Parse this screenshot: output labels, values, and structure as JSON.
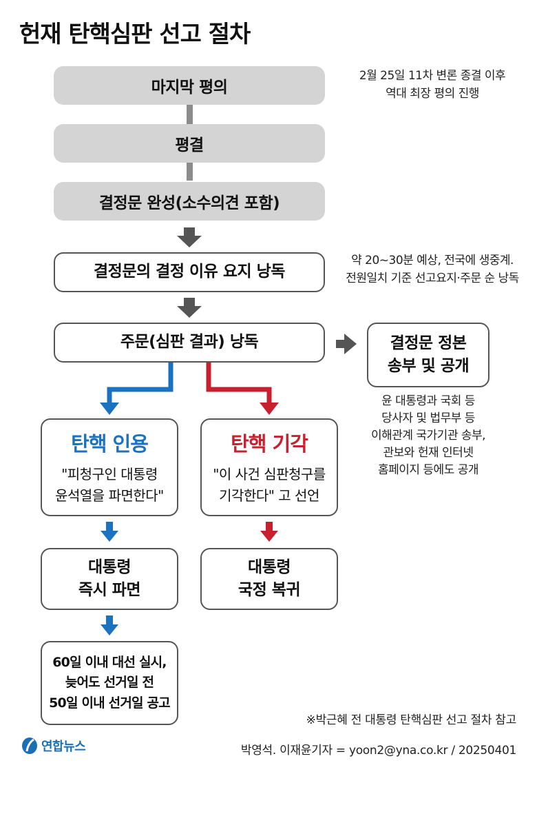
{
  "title": "헌재 탄핵심판 선고 절차",
  "steps": {
    "final_deliberation": "마지막 평의",
    "vote": "평결",
    "decision_complete": "결정문 완성(소수의견 포함)",
    "reasons_reading": "결정문의 결정 이유 요지 낭독",
    "order_reading": "주문(심판 결과) 낭독",
    "publish": [
      "결정문 정본",
      "송부 및 공개"
    ]
  },
  "notes": {
    "deliberation": [
      "2월 25일 11차 변론 종결 이후",
      "역대 최장 평의 진행"
    ],
    "reading": [
      "약 20~30분 예상, 전국에 생중계.",
      "전원일치 기준 선고요지·주문 순 낭독"
    ],
    "publish": [
      "윤 대통령과 국회 등",
      "당사자 및 법무부 등",
      "이해관계 국가기관 송부,",
      "관보와 헌재 인터넷",
      "홈페이지 등에도 공개"
    ]
  },
  "uphold": {
    "title": "탄핵 인용",
    "quote": [
      "\"피청구인 대통령",
      "윤석열을 파면한다\""
    ],
    "result": [
      "대통령",
      "즉시 파면"
    ],
    "election": [
      "60일 이내 대선 실시,",
      "늦어도 선거일 전",
      "50일 이내 선거일 공고"
    ]
  },
  "dismiss": {
    "title": "탄핵 기각",
    "quote": [
      "\"이 사건 심판청구를",
      "기각한다\" 고 선언"
    ],
    "result": [
      "대통령",
      "국정 복귀"
    ]
  },
  "footnote": "※박근혜 전 대통령 탄핵심판 선고 절차 참고",
  "logo_text": "연합뉴스",
  "credit": "박영석. 이재윤기자 = yoon2@yna.co.kr / 20250401",
  "colors": {
    "uphold": "#1a72c0",
    "dismiss": "#c8202f",
    "arrow_gray": "#555555",
    "box_gray": "#d4d4d4"
  }
}
